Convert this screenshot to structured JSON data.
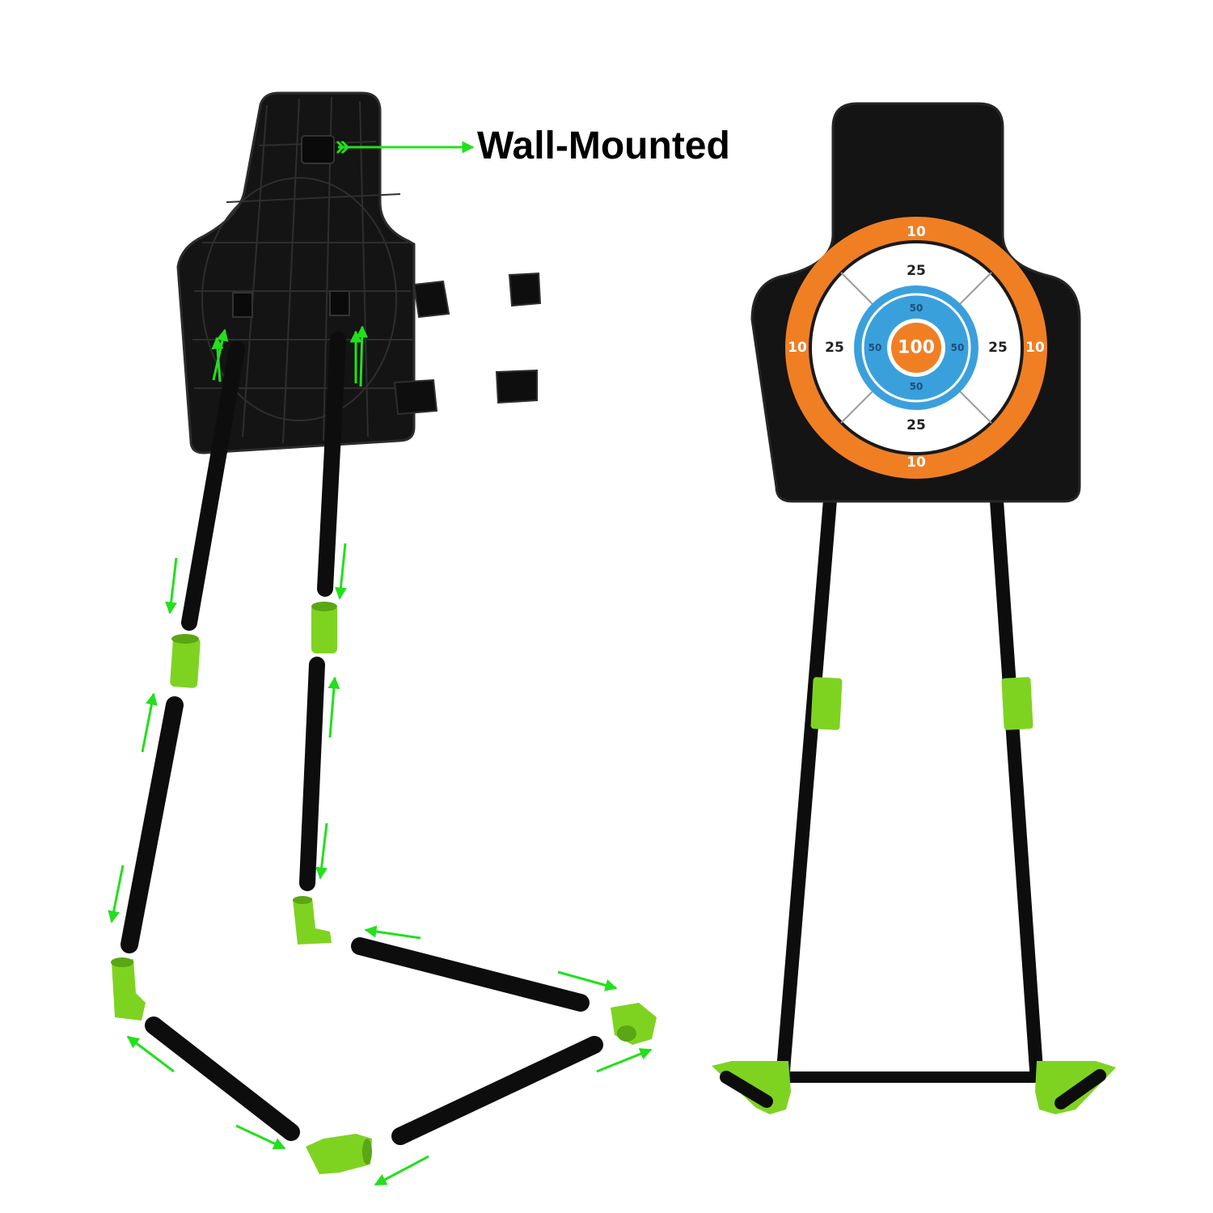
{
  "callout": {
    "label": "Wall-Mounted"
  },
  "target": {
    "scores": {
      "outer": "10",
      "white": "25",
      "blue": "50",
      "bullseye": "100"
    }
  },
  "colors": {
    "board": "#141414",
    "pipe": "#0d0d0d",
    "connector": "#7ed321",
    "connector_dark": "#5aa614",
    "arrow": "#22e01c",
    "ring_orange": "#f07f24",
    "ring_blue": "#3aa0dc",
    "ring_white": "#ffffff"
  }
}
